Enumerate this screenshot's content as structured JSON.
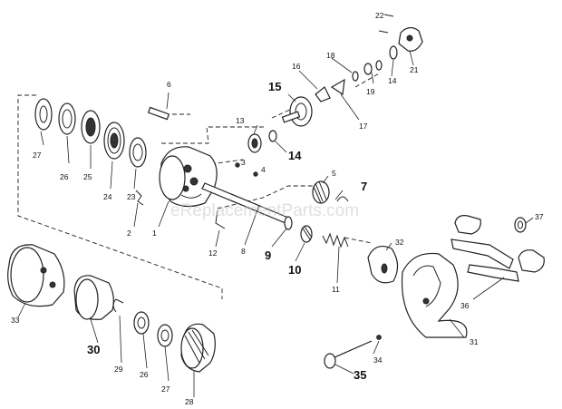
{
  "watermark": "eReplacementParts.com",
  "callouts": [
    {
      "id": "c1",
      "text": "1",
      "big": false
    },
    {
      "id": "c2",
      "text": "2",
      "big": false
    },
    {
      "id": "c3",
      "text": "3",
      "big": false
    },
    {
      "id": "c4",
      "text": "4",
      "big": false
    },
    {
      "id": "c5",
      "text": "5",
      "big": false
    },
    {
      "id": "c6",
      "text": "6",
      "big": false
    },
    {
      "id": "c7",
      "text": "7",
      "big": true
    },
    {
      "id": "c8",
      "text": "8",
      "big": false
    },
    {
      "id": "c9",
      "text": "9",
      "big": true
    },
    {
      "id": "c10",
      "text": "10",
      "big": true
    },
    {
      "id": "c11",
      "text": "11",
      "big": false
    },
    {
      "id": "c12",
      "text": "12",
      "big": false
    },
    {
      "id": "c13",
      "text": "13",
      "big": false
    },
    {
      "id": "c14a",
      "text": "14",
      "big": true
    },
    {
      "id": "c14b",
      "text": "14",
      "big": false
    },
    {
      "id": "c15",
      "text": "15",
      "big": true
    },
    {
      "id": "c16",
      "text": "16",
      "big": false
    },
    {
      "id": "c17",
      "text": "17",
      "big": false
    },
    {
      "id": "c18",
      "text": "18",
      "big": false
    },
    {
      "id": "c19",
      "text": "19",
      "big": false
    },
    {
      "id": "c21",
      "text": "21",
      "big": false
    },
    {
      "id": "c22",
      "text": "22",
      "big": false
    },
    {
      "id": "c23",
      "text": "23",
      "big": false
    },
    {
      "id": "c24",
      "text": "24",
      "big": false
    },
    {
      "id": "c25",
      "text": "25",
      "big": false
    },
    {
      "id": "c26a",
      "text": "26",
      "big": false
    },
    {
      "id": "c26b",
      "text": "26",
      "big": false
    },
    {
      "id": "c27a",
      "text": "27",
      "big": false
    },
    {
      "id": "c27b",
      "text": "27",
      "big": false
    },
    {
      "id": "c28",
      "text": "28",
      "big": false
    },
    {
      "id": "c29",
      "text": "29",
      "big": false
    },
    {
      "id": "c30",
      "text": "30",
      "big": true
    },
    {
      "id": "c31",
      "text": "31",
      "big": false
    },
    {
      "id": "c32",
      "text": "32",
      "big": false
    },
    {
      "id": "c33",
      "text": "33",
      "big": false
    },
    {
      "id": "c34",
      "text": "34",
      "big": false
    },
    {
      "id": "c35",
      "text": "35",
      "big": true
    },
    {
      "id": "c36",
      "text": "36",
      "big": false
    },
    {
      "id": "c37",
      "text": "37",
      "big": false
    }
  ]
}
